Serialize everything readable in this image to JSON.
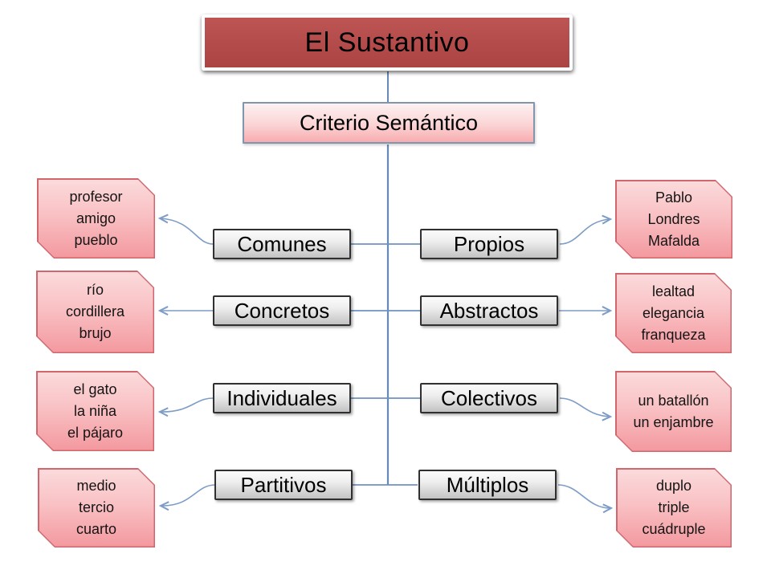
{
  "title": {
    "text": "El Sustantivo"
  },
  "subtitle": {
    "text": "Criterio Semántico"
  },
  "rows": [
    {
      "left_examples": {
        "lines": [
          "profesor",
          "amigo",
          "pueblo"
        ]
      },
      "left_category": "Comunes",
      "right_category": "Propios",
      "right_examples": {
        "lines": [
          "Pablo",
          "Londres",
          "Mafalda"
        ]
      }
    },
    {
      "left_examples": {
        "lines": [
          "río",
          "cordillera",
          "brujo"
        ]
      },
      "left_category": "Concretos",
      "right_category": "Abstractos",
      "right_examples": {
        "lines": [
          "lealtad",
          "elegancia",
          "franqueza"
        ]
      }
    },
    {
      "left_examples": {
        "lines": [
          "el gato",
          "la niña",
          "el pájaro"
        ]
      },
      "left_category": "Individuales",
      "right_category": "Colectivos",
      "right_examples": {
        "lines": [
          "un batallón",
          "un enjambre"
        ]
      }
    },
    {
      "left_examples": {
        "lines": [
          "medio",
          "tercio",
          "cuarto"
        ]
      },
      "left_category": "Partitivos",
      "right_category": "Múltiplos",
      "right_examples": {
        "lines": [
          "duplo",
          "triple",
          "cuádruple"
        ]
      }
    }
  ],
  "colors": {
    "title_fill": "#B34B4A",
    "subtitle_border": "#8096AE",
    "category_border": "#303030",
    "example_border": "#D0666E",
    "example_fill_top": "#FBDADB",
    "example_fill_bottom": "#F3999F",
    "connector_blue": "#7D9CC6",
    "trunk_blue": "#6589B8"
  }
}
